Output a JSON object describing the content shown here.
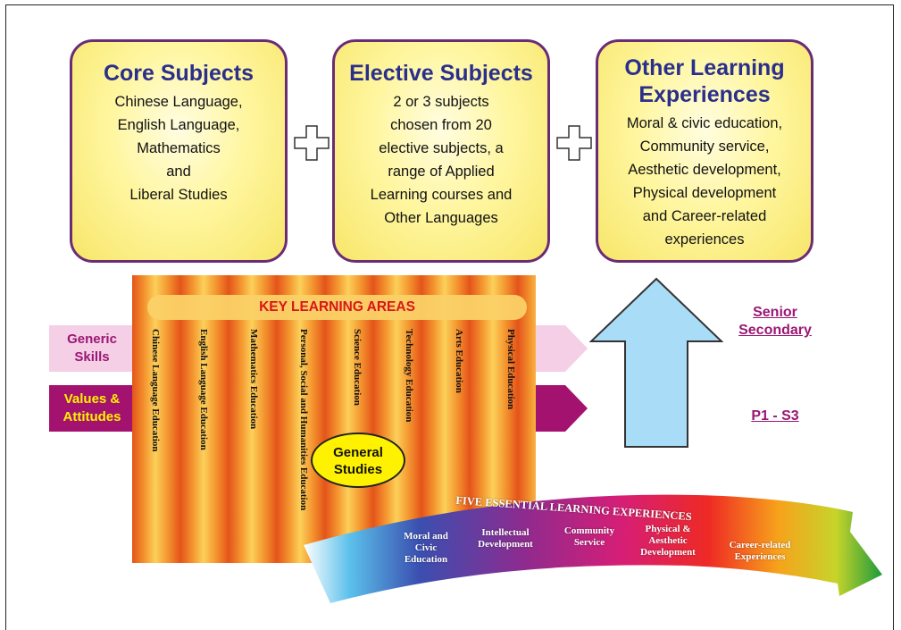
{
  "boxes": [
    {
      "title": "Core Subjects",
      "lines": [
        "Chinese Language,",
        "English Language,",
        "Mathematics",
        "and",
        "Liberal Studies"
      ]
    },
    {
      "title": "Elective Subjects",
      "lines": [
        "2 or 3 subjects",
        "chosen from 20",
        "elective subjects, a",
        "range of Applied",
        "Learning courses and",
        "Other Languages"
      ]
    },
    {
      "title_line1": "Other Learning",
      "title_line2": "Experiences",
      "lines": [
        "Moral & civic education,",
        "Community service,",
        "Aesthetic development,",
        "Physical development",
        "and Career-related",
        "experiences"
      ]
    }
  ],
  "key_learning_areas": {
    "title": "KEY LEARNING AREAS",
    "columns": [
      "Chinese Language Education",
      "English Language Education",
      "Mathematics Education",
      "Personal, Social and Humanities Education",
      "Science Education",
      "Technology Education",
      "Arts Education",
      "Physical Education"
    ],
    "general_studies": [
      "General",
      "Studies"
    ]
  },
  "arrows": {
    "generic_skills": [
      "Generic",
      "Skills"
    ],
    "values_attitudes": [
      "Values &",
      "Attitudes"
    ]
  },
  "stages": {
    "senior_line1": "Senior",
    "senior_line2": "Secondary",
    "junior": "P1 - S3"
  },
  "essential_experiences": {
    "title": "FIVE ESSENTIAL LEARNING EXPERIENCES",
    "items": [
      [
        "Moral and",
        "Civic",
        "Education"
      ],
      [
        "Intellectual",
        "Development"
      ],
      [
        "Community",
        "Service"
      ],
      [
        "Physical &",
        "Aesthetic",
        "Development"
      ],
      [
        "Career-related",
        "Experiences"
      ]
    ]
  },
  "colors": {
    "box_border": "#6b2c76",
    "title_blue": "#2a2f8c",
    "magenta": "#9b1774",
    "generic_skills_band": "#f4cfe6",
    "values_band": "#a3126f",
    "up_arrow": "#a9dcf7"
  }
}
